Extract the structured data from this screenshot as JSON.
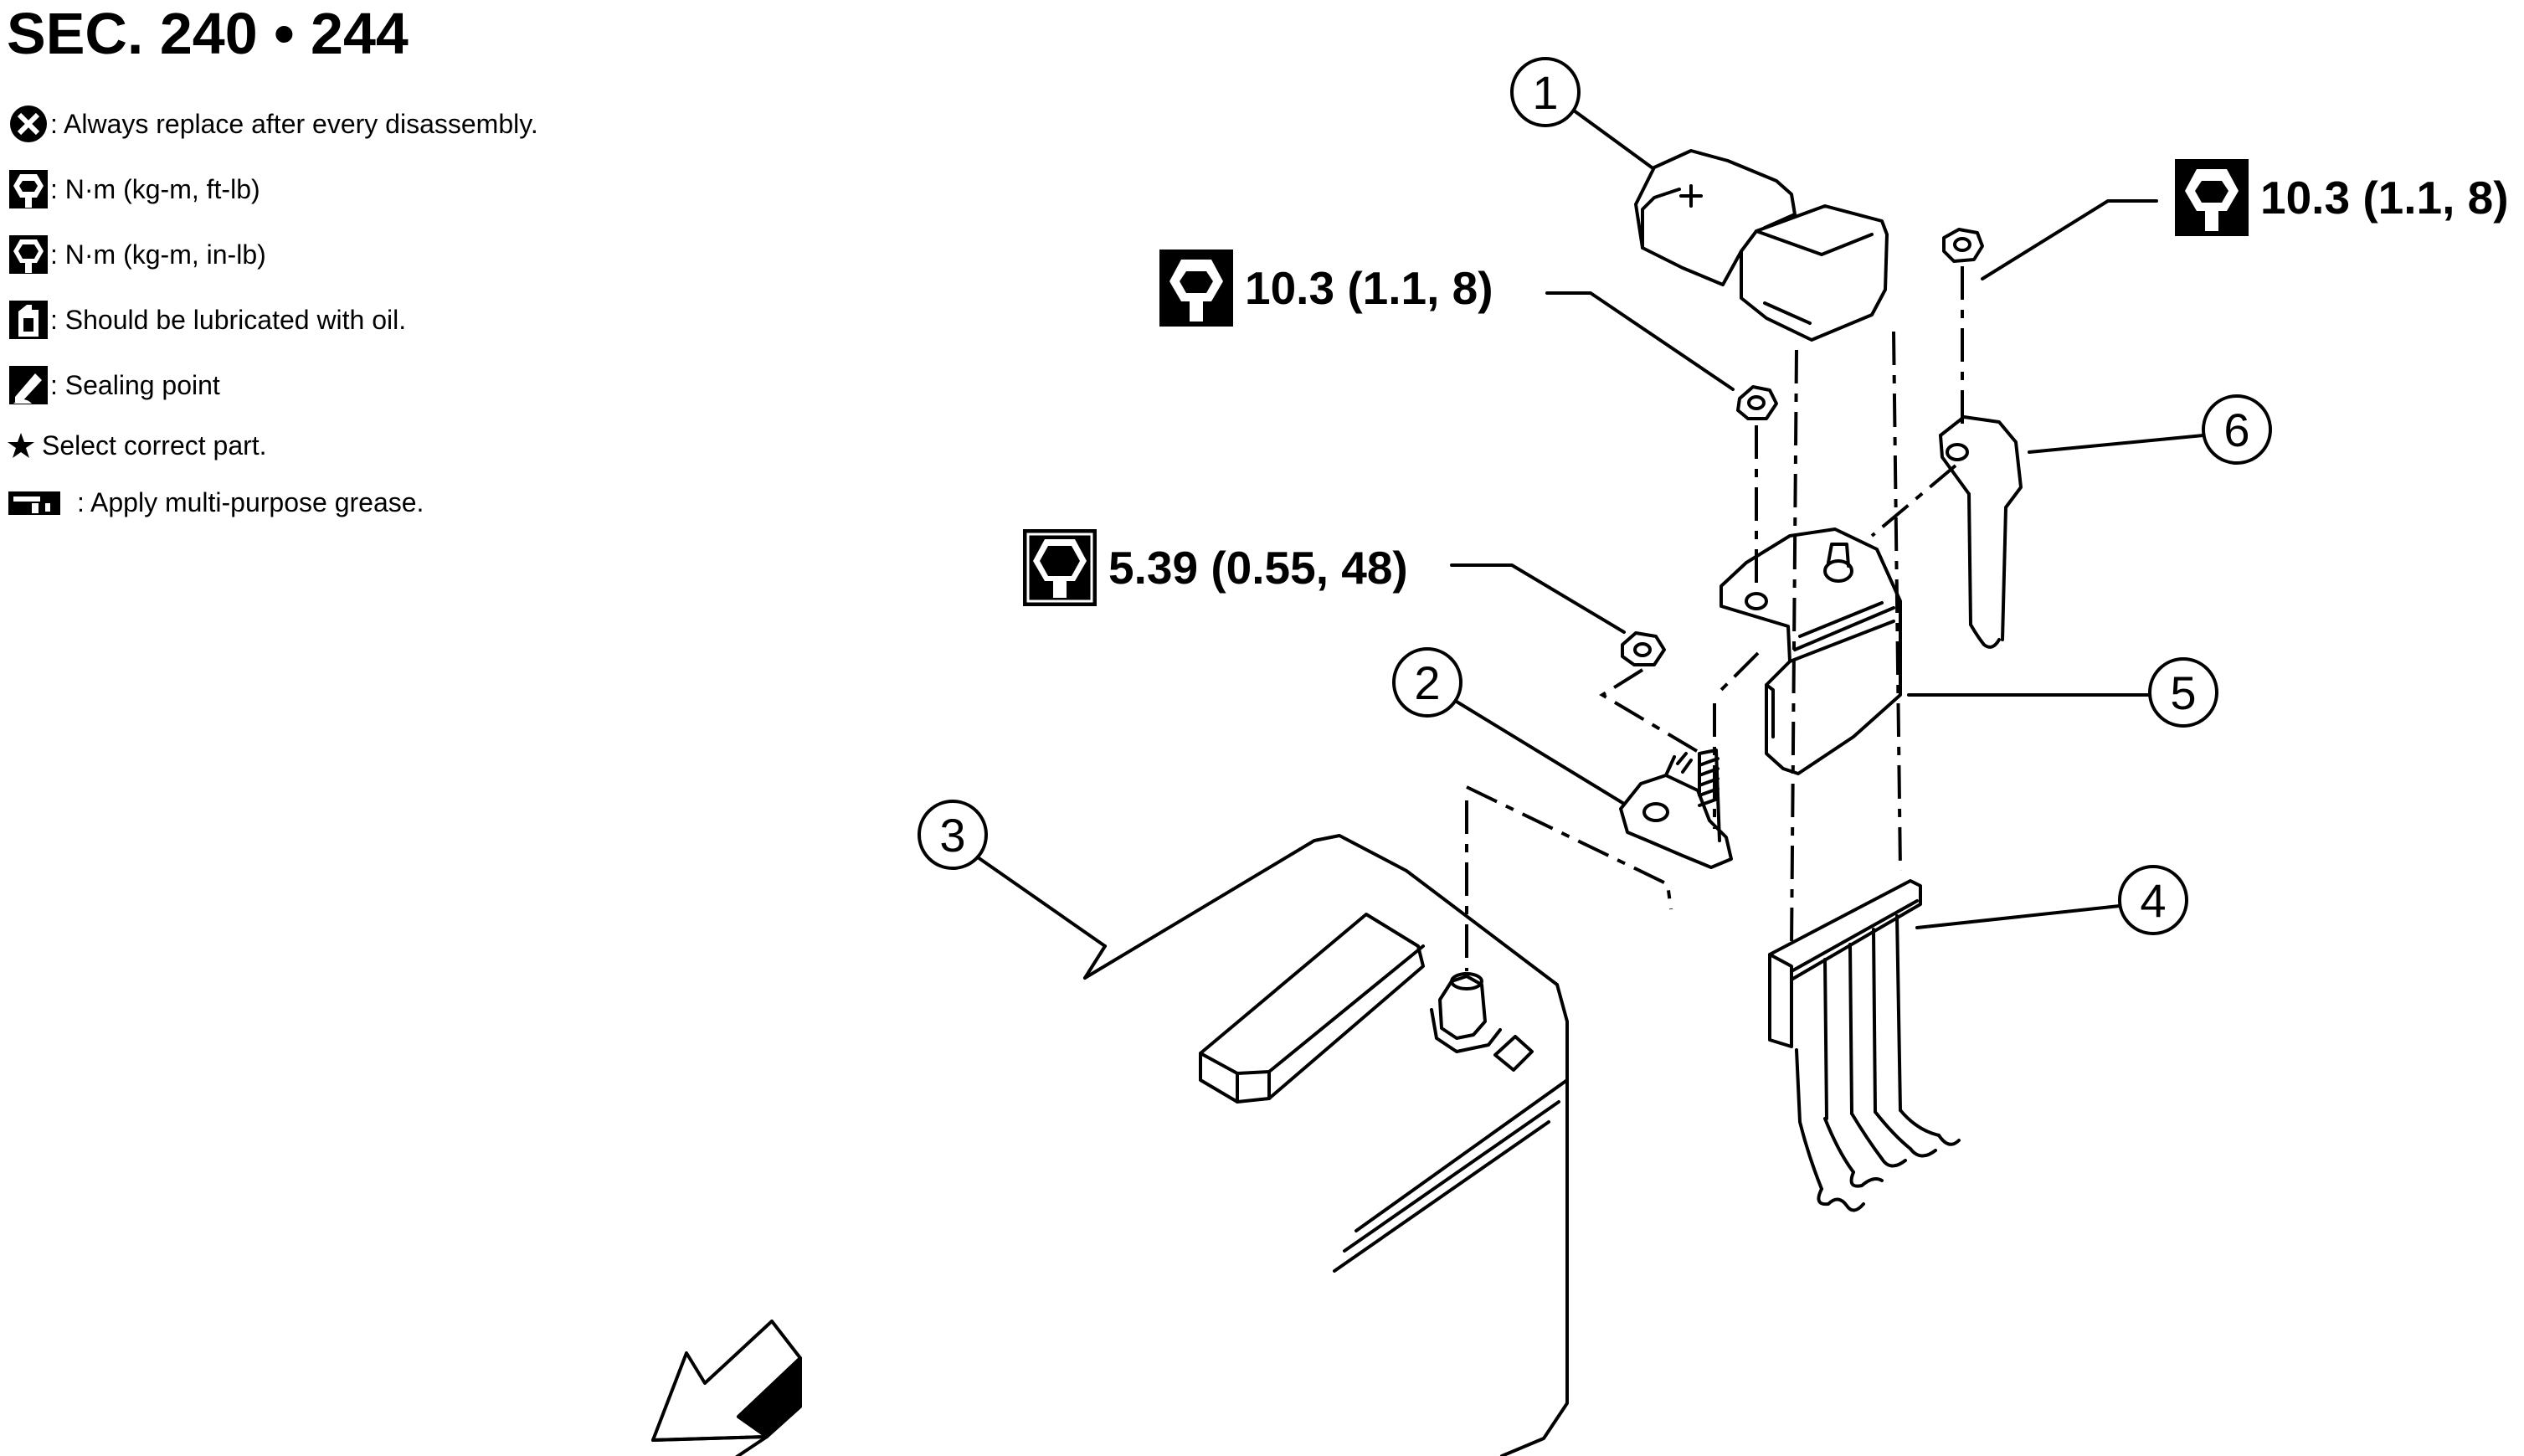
{
  "title": "SEC. 240 • 244",
  "legend": [
    {
      "icon": "always-replace-icon",
      "text": ": Always replace after every disassembly."
    },
    {
      "icon": "torque-ft-lb-icon",
      "text": ": N·m (kg-m, ft-lb)"
    },
    {
      "icon": "torque-in-lb-icon",
      "text": ": N·m (kg-m, in-lb)"
    },
    {
      "icon": "oil-can-icon",
      "text": ": Should be lubricated with oil."
    },
    {
      "icon": "sealing-point-icon",
      "text": ": Sealing point"
    },
    {
      "icon": "star-icon",
      "text": "Select correct part."
    },
    {
      "icon": "grease-icon",
      "text": ": Apply multi-purpose grease."
    }
  ],
  "torques": [
    {
      "id": "nut-top-left",
      "icon": "torque-ft-lb-icon",
      "value": "10.3 (1.1, 8)"
    },
    {
      "id": "nut-top-right",
      "icon": "torque-ft-lb-icon",
      "value": "10.3 (1.1, 8)"
    },
    {
      "id": "nut-terminal",
      "icon": "torque-in-lb-icon",
      "value": "5.39 (0.55, 48)"
    }
  ],
  "callouts": [
    "1",
    "2",
    "3",
    "4",
    "5",
    "6"
  ],
  "terminal_cover_symbol": "+",
  "colors": {
    "ink": "#000000",
    "paper": "#ffffff"
  }
}
